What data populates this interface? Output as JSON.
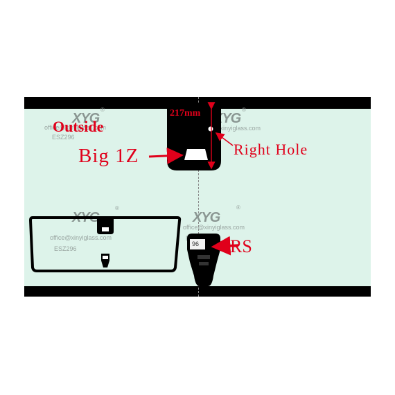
{
  "labels": {
    "outside": "Outside",
    "big_1z": "Big 1Z",
    "right_hole": "Right Hole",
    "rs": "RS",
    "dimension": "217mm",
    "sensor_code": "96"
  },
  "watermark": {
    "logo": "XYG",
    "registered": "®",
    "email": "office@xinyiglass.com",
    "code": "ESZ296"
  },
  "colors": {
    "glass": "#ddf3ea",
    "frit": "#000000",
    "annotation": "#e0001b"
  }
}
